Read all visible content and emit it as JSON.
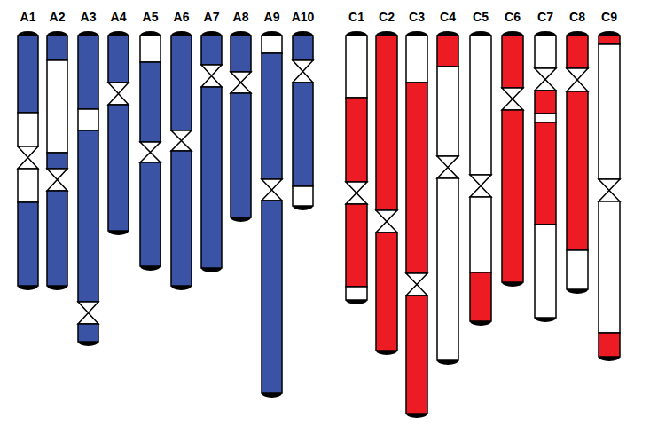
{
  "diagram": {
    "labels": [
      "A1",
      "A2",
      "A3",
      "A4",
      "A5",
      "A6",
      "A7",
      "A8",
      "A9",
      "A10",
      "C1",
      "C2",
      "C3",
      "C4",
      "C5",
      "C6",
      "C7",
      "C8",
      "C9"
    ]
  }
}
